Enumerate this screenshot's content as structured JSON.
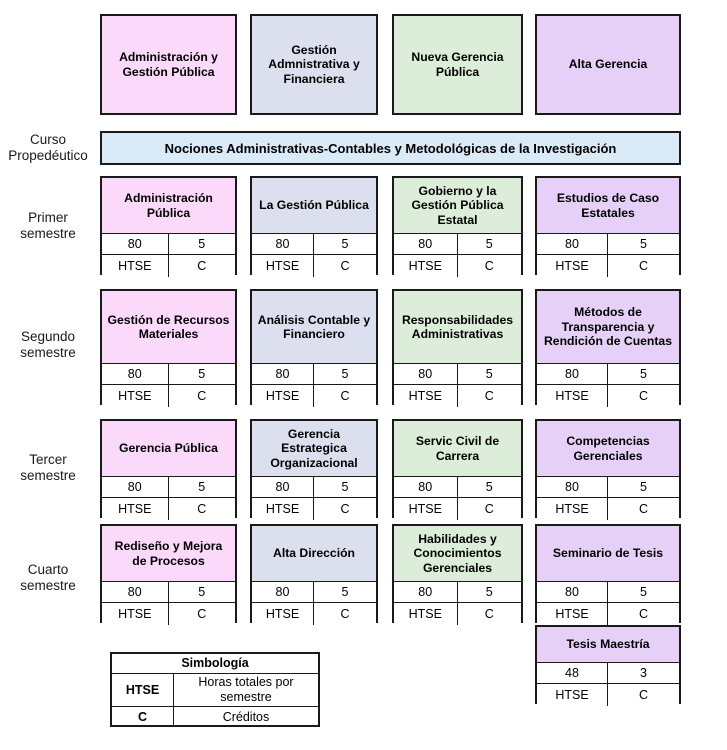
{
  "colors": {
    "pink": "#fbd9fb",
    "blue": "#dce0ee",
    "green": "#dcedd9",
    "purple": "#e6d0f7",
    "propaedeutic": "#dbeaf7",
    "border": "#1a1a1a",
    "background": "#ffffff"
  },
  "tracks": [
    {
      "label": "Administración y Gestión Pública",
      "color": "pink"
    },
    {
      "label": "Gestión Admnistrativa y Financiera",
      "color": "blue"
    },
    {
      "label": "Nueva Gerencia Pública",
      "color": "green"
    },
    {
      "label": "Alta Gerencia",
      "color": "purple"
    }
  ],
  "row_labels": {
    "propaedeutic": {
      "line1": "Curso",
      "line2": "Propedéutico"
    },
    "semester1": {
      "line1": "Primer",
      "line2": "semestre"
    },
    "semester2": {
      "line1": "Segundo",
      "line2": "semestre"
    },
    "semester3": {
      "line1": "Tercer",
      "line2": "semestre"
    },
    "semester4": {
      "line1": "Cuarto",
      "line2": "semestre"
    }
  },
  "propaedeutic_course": {
    "label": "Nociones Administrativas-Contables y Metodológicas de la Investigación",
    "color": "propaedeutic"
  },
  "semesters": [
    {
      "id": "semester1",
      "courses": [
        {
          "title": "Administración Pública",
          "hours": "80",
          "credits": "5",
          "hours_key": "HTSE",
          "credits_key": "C",
          "color": "pink"
        },
        {
          "title": "La Gestión Pública",
          "hours": "80",
          "credits": "5",
          "hours_key": "HTSE",
          "credits_key": "C",
          "color": "blue"
        },
        {
          "title": "Gobierno y la Gestión Pública Estatal",
          "hours": "80",
          "credits": "5",
          "hours_key": "HTSE",
          "credits_key": "C",
          "color": "green"
        },
        {
          "title": "Estudios de Caso Estatales",
          "hours": "80",
          "credits": "5",
          "hours_key": "HTSE",
          "credits_key": "C",
          "color": "purple"
        }
      ]
    },
    {
      "id": "semester2",
      "courses": [
        {
          "title": "Gestión de Recursos Materiales",
          "hours": "80",
          "credits": "5",
          "hours_key": "HTSE",
          "credits_key": "C",
          "color": "pink"
        },
        {
          "title": "Análisis Contable y Financiero",
          "hours": "80",
          "credits": "5",
          "hours_key": "HTSE",
          "credits_key": "C",
          "color": "blue"
        },
        {
          "title": "Responsabilidades Administrativas",
          "hours": "80",
          "credits": "5",
          "hours_key": "HTSE",
          "credits_key": "C",
          "color": "green"
        },
        {
          "title": "Métodos de Transparencia y Rendición de Cuentas",
          "hours": "80",
          "credits": "5",
          "hours_key": "HTSE",
          "credits_key": "C",
          "color": "purple"
        }
      ]
    },
    {
      "id": "semester3",
      "courses": [
        {
          "title": "Gerencia Pública",
          "hours": "80",
          "credits": "5",
          "hours_key": "HTSE",
          "credits_key": "C",
          "color": "pink"
        },
        {
          "title": "Gerencia Estrategica Organizacional",
          "hours": "80",
          "credits": "5",
          "hours_key": "HTSE",
          "credits_key": "C",
          "color": "blue"
        },
        {
          "title": "Servic Civil de Carrera",
          "hours": "80",
          "credits": "5",
          "hours_key": "HTSE",
          "credits_key": "C",
          "color": "green"
        },
        {
          "title": "Competencias Gerenciales",
          "hours": "80",
          "credits": "5",
          "hours_key": "HTSE",
          "credits_key": "C",
          "color": "purple"
        }
      ]
    },
    {
      "id": "semester4",
      "courses": [
        {
          "title": "Rediseño y Mejora de Procesos",
          "hours": "80",
          "credits": "5",
          "hours_key": "HTSE",
          "credits_key": "C",
          "color": "pink"
        },
        {
          "title": "Alta Dirección",
          "hours": "80",
          "credits": "5",
          "hours_key": "HTSE",
          "credits_key": "C",
          "color": "blue"
        },
        {
          "title": "Habilidades y Conocimientos Gerenciales",
          "hours": "80",
          "credits": "5",
          "hours_key": "HTSE",
          "credits_key": "C",
          "color": "green"
        },
        {
          "title": "Seminario de Tesis",
          "hours": "80",
          "credits": "5",
          "hours_key": "HTSE",
          "credits_key": "C",
          "color": "purple"
        }
      ]
    }
  ],
  "thesis_course": {
    "title": "Tesis Maestría",
    "hours": "48",
    "credits": "3",
    "hours_key": "HTSE",
    "credits_key": "C",
    "color": "purple"
  },
  "legend": {
    "title": "Simbología",
    "rows": [
      {
        "key": "HTSE",
        "value": "Horas totales por semestre"
      },
      {
        "key": "C",
        "value": "Créditos"
      }
    ]
  }
}
